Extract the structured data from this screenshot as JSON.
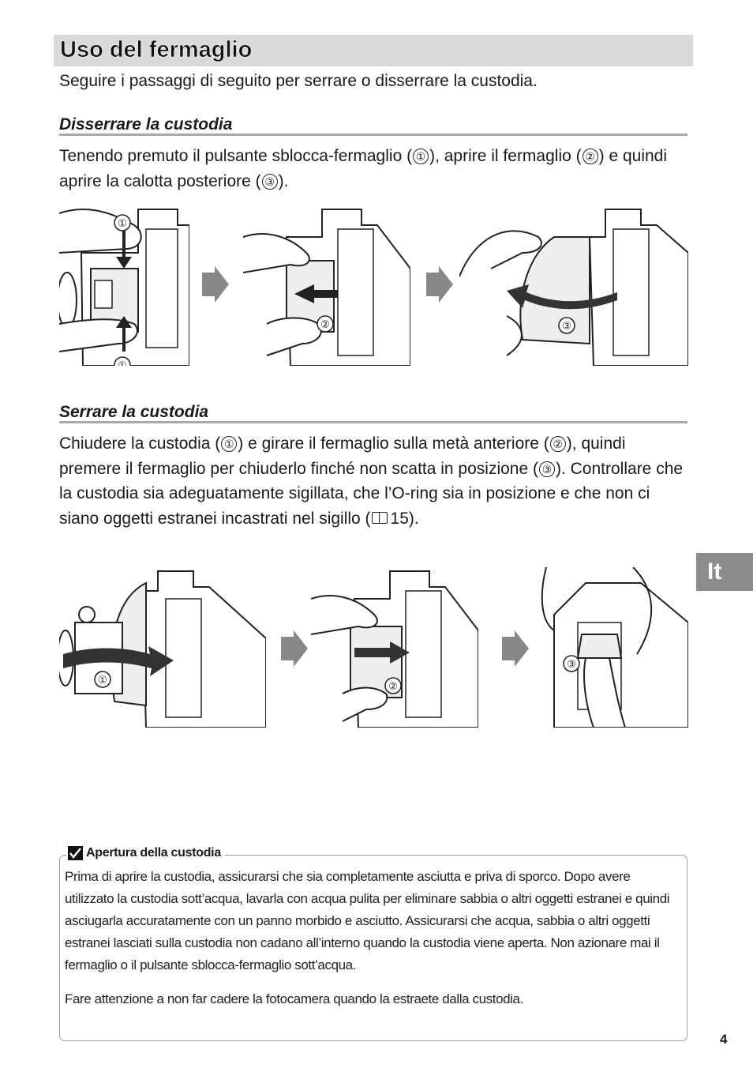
{
  "section_title": "Uso del fermaglio",
  "intro": "Seguire i passaggi di seguito per serrare o disserrare la custodia.",
  "unlock": {
    "title": "Disserrare la custodia",
    "text_1": "Tenendo premuto il pulsante sblocca-fermaglio (",
    "text_2": "), aprire il fermaglio (",
    "text_3": ") e quindi aprire la calotta posteriore (",
    "text_4": ").",
    "step_markers": [
      "①",
      "②",
      "③"
    ]
  },
  "lock": {
    "title": "Serrare la custodia",
    "text_1": "Chiudere la custodia (",
    "text_2": ") e girare il fermaglio sulla metà anteriore (",
    "text_3": "), quindi premere il fermaglio per chiuderlo finché non scatta in posizione (",
    "text_4": "). Controllare che la custodia sia adeguatamente sigillata, che l’O-ring sia in posizione e che non ci siano oggetti estranei incastrati nel sigillo (",
    "ref_icon": "book-icon",
    "ref_page": "15",
    "text_5": ").",
    "step_markers": [
      "①",
      "②",
      "③"
    ]
  },
  "language_tab": "It",
  "note": {
    "icon": "check-icon",
    "title": "Apertura della custodia",
    "paragraphs": [
      "Prima di aprire la custodia, assicurarsi che sia completamente asciutta e priva di sporco. Dopo avere utilizzato la custodia sott’acqua, lavarla con acqua pulita per eliminare sabbia o altri oggetti estranei e quindi asciugarla accuratamente con un panno morbido e asciutto. Assicurarsi che acqua, sabbia o altri oggetti estranei lasciati sulla custodia non cadano all’interno quando la custodia viene aperta. Non azionare mai il fermaglio o il pulsante sblocca-fermaglio sott’acqua.",
      "Fare attenzione a non far cadere la fotocamera quando la estraete dalla custodia."
    ]
  },
  "page_number": "4"
}
